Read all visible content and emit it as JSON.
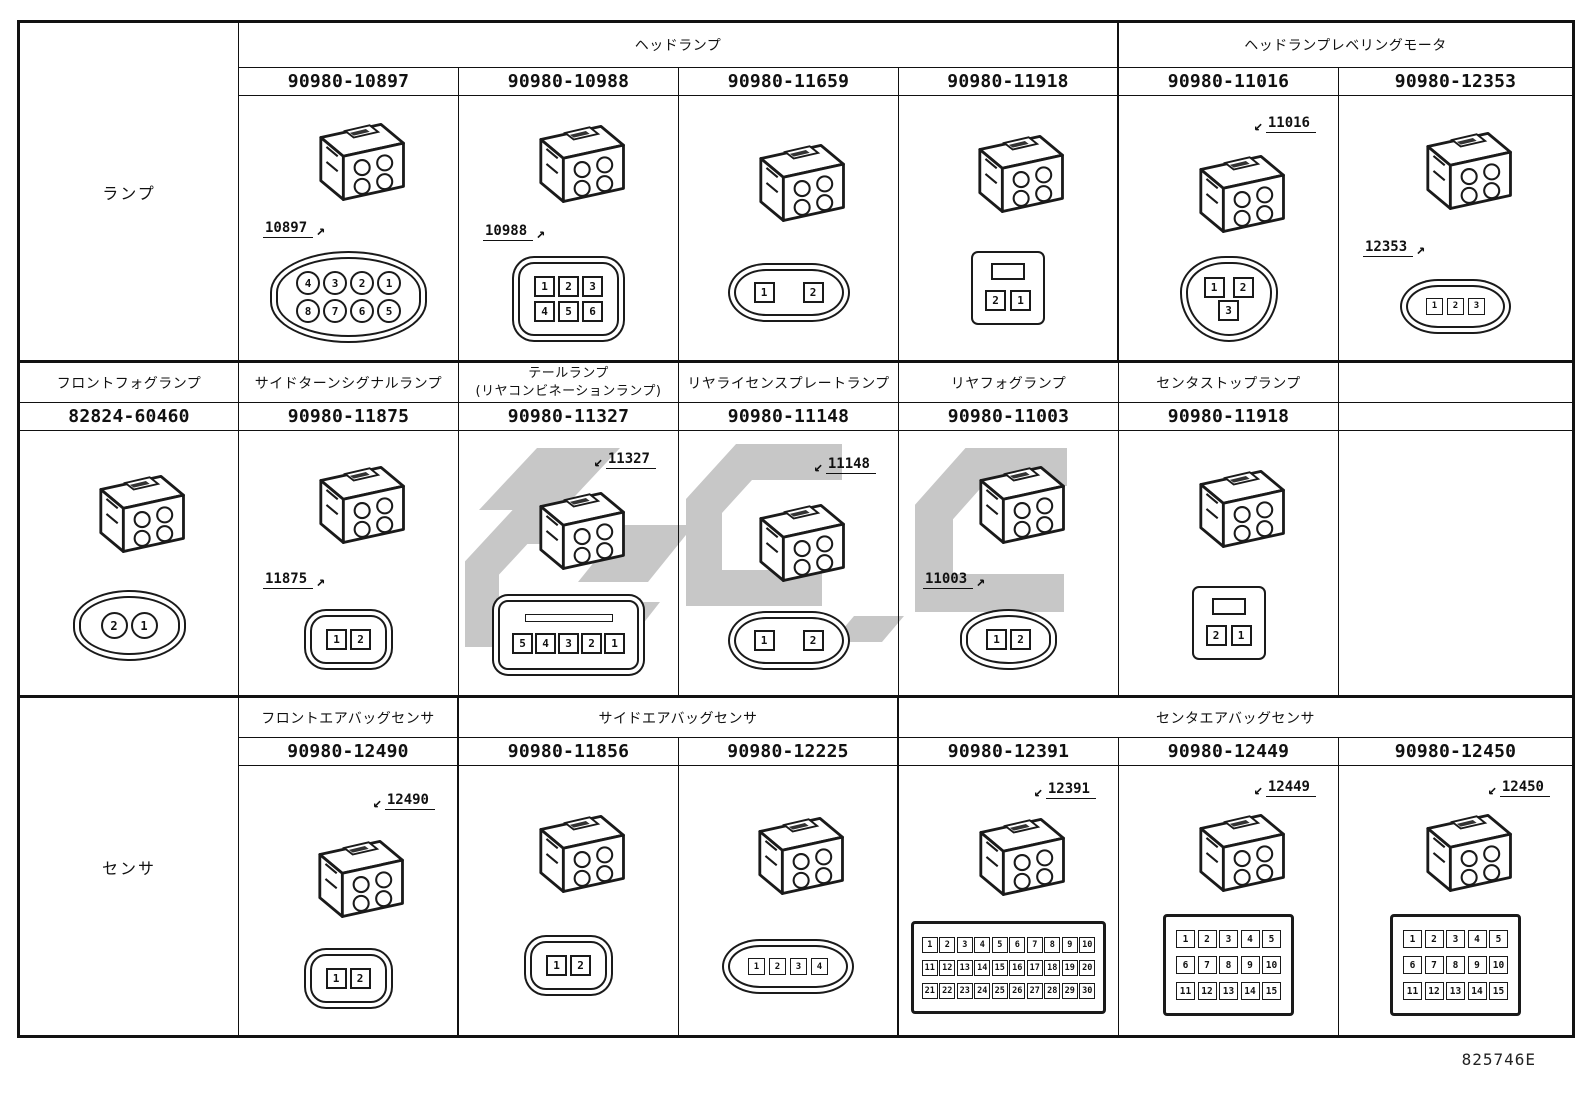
{
  "page": {
    "code": "825746E"
  },
  "icons": {
    "arrow_ne": "↗",
    "arrow_sw": "↙"
  },
  "left_categories": {
    "lamp": "ランプ",
    "sensor": "センサ"
  },
  "band1": {
    "groups": {
      "g1": "ヘッドランプ",
      "g2": "ヘッドランプレベリングモータ"
    },
    "cells": [
      {
        "part": "90980-10897",
        "callout": "10897",
        "pins": [
          [
            "4",
            "3",
            "2",
            "1"
          ],
          [
            "8",
            "7",
            "6",
            "5"
          ]
        ]
      },
      {
        "part": "90980-10988",
        "callout": "10988",
        "pins": [
          [
            "1",
            "2",
            "3"
          ],
          [
            "4",
            "5",
            "6"
          ]
        ]
      },
      {
        "part": "90980-11659",
        "pins": [
          [
            "1",
            "2"
          ]
        ]
      },
      {
        "part": "90980-11918",
        "pins": [
          [
            "2",
            "1"
          ]
        ]
      },
      {
        "part": "90980-11016",
        "callout": "11016",
        "pins": [
          [
            "1",
            "2"
          ],
          [
            "3"
          ]
        ]
      },
      {
        "part": "90980-12353",
        "callout": "12353",
        "pins": [
          [
            "1",
            "2",
            "3"
          ]
        ]
      }
    ]
  },
  "band2": {
    "cells": [
      {
        "label": "フロントフォグランプ",
        "part": "82824-60460",
        "pins": [
          [
            "2",
            "1"
          ]
        ]
      },
      {
        "label": "サイドターンシグナルランプ",
        "part": "90980-11875",
        "callout": "11875",
        "pins": [
          [
            "1",
            "2"
          ]
        ]
      },
      {
        "label": "テールランプ",
        "label2": "(リヤコンビネーションランプ)",
        "part": "90980-11327",
        "callout": "11327",
        "pins": [
          [
            "5",
            "4",
            "3",
            "2",
            "1"
          ]
        ]
      },
      {
        "label": "リヤライセンスプレートランプ",
        "part": "90980-11148",
        "callout": "11148",
        "pins": [
          [
            "1",
            "2"
          ]
        ]
      },
      {
        "label": "リヤフォグランプ",
        "part": "90980-11003",
        "callout": "11003",
        "pins": [
          [
            "1",
            "2"
          ]
        ]
      },
      {
        "label": "センタストップランプ",
        "part": "90980-11918",
        "pins": [
          [
            "2",
            "1"
          ]
        ]
      }
    ]
  },
  "band3": {
    "groups": {
      "g1": "フロントエアバッグセンサ",
      "g2": "サイドエアバッグセンサ",
      "g3": "センタエアバッグセンサ"
    },
    "cells": [
      {
        "part": "90980-12490",
        "callout": "12490",
        "pins": [
          [
            "1",
            "2"
          ]
        ]
      },
      {
        "part": "90980-11856",
        "pins": [
          [
            "1",
            "2"
          ]
        ]
      },
      {
        "part": "90980-12225",
        "pins": [
          [
            "1",
            "2",
            "3",
            "4"
          ]
        ]
      },
      {
        "part": "90980-12391",
        "callout": "12391",
        "pins": [
          [
            "1",
            "2",
            "3",
            "4",
            "5",
            "6",
            "7",
            "8",
            "9",
            "10"
          ],
          [
            "11",
            "12",
            "13",
            "14",
            "15",
            "16",
            "17",
            "18",
            "19",
            "20"
          ],
          [
            "21",
            "22",
            "23",
            "24",
            "25",
            "26",
            "27",
            "28",
            "29",
            "30"
          ]
        ]
      },
      {
        "part": "90980-12449",
        "callout": "12449",
        "pins": [
          [
            "1",
            "2",
            "3",
            "4",
            "5"
          ],
          [
            "6",
            "7",
            "8",
            "9",
            "10"
          ],
          [
            "11",
            "12",
            "13",
            "14",
            "15"
          ]
        ]
      },
      {
        "part": "90980-12450",
        "callout": "12450",
        "pins": [
          [
            "1",
            "2",
            "3",
            "4",
            "5"
          ],
          [
            "6",
            "7",
            "8",
            "9",
            "10"
          ],
          [
            "11",
            "12",
            "13",
            "14",
            "15"
          ]
        ]
      }
    ]
  }
}
